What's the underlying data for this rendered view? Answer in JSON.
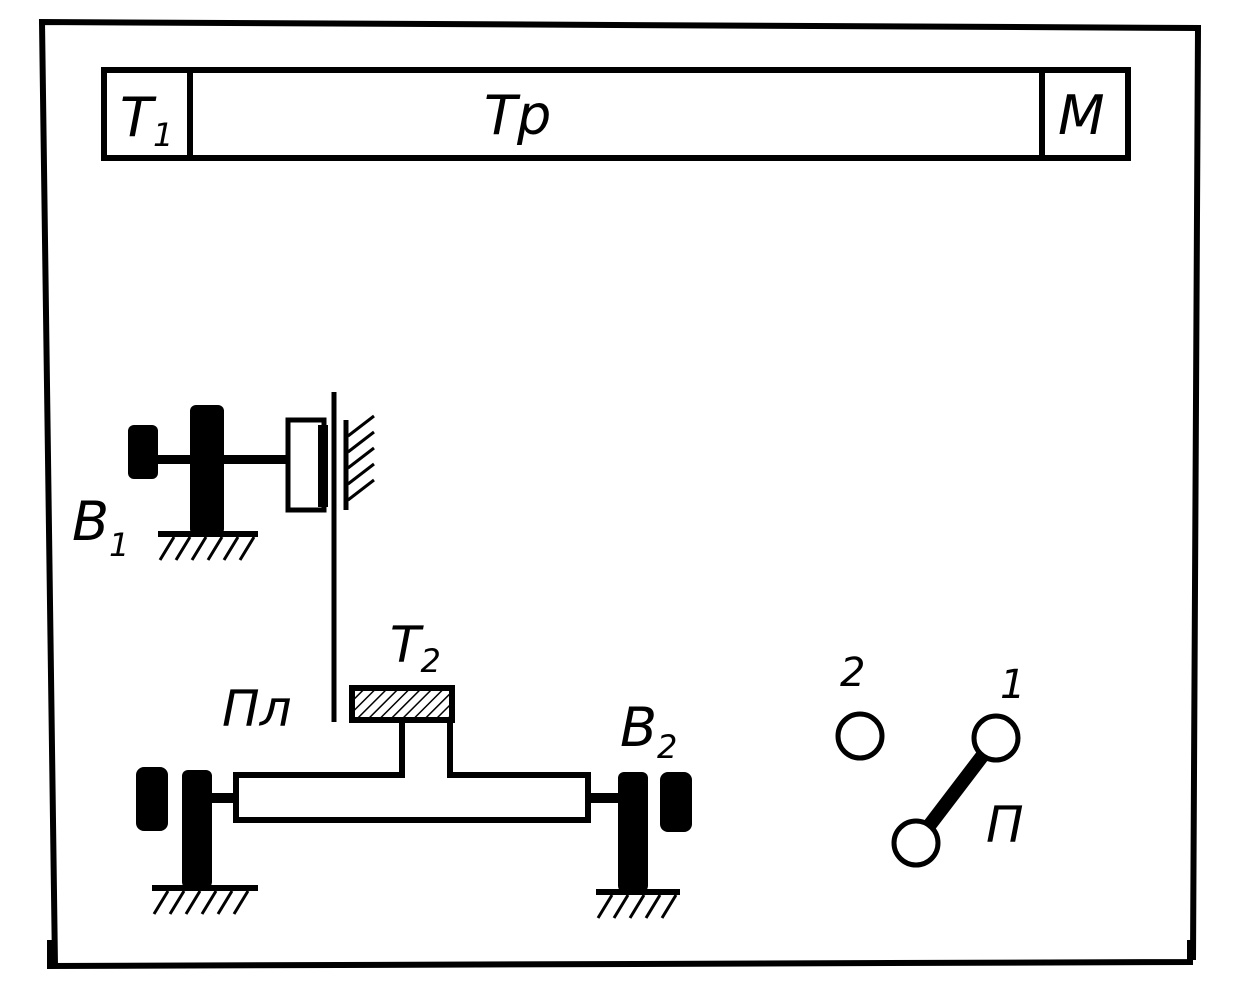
{
  "colors": {
    "ink": "#000000",
    "paper": "#ffffff"
  },
  "top_bar": {
    "left_cell": {
      "main": "T",
      "sub": "1"
    },
    "center_cell": "Tp",
    "right_cell": "M"
  },
  "labels": {
    "b1": {
      "main": "B",
      "sub": "1"
    },
    "b2": {
      "main": "B",
      "sub": "2"
    },
    "t2": {
      "main": "T",
      "sub": "2"
    },
    "plate": "Пл",
    "switch": "П",
    "contact1": "1",
    "contact2": "2"
  }
}
